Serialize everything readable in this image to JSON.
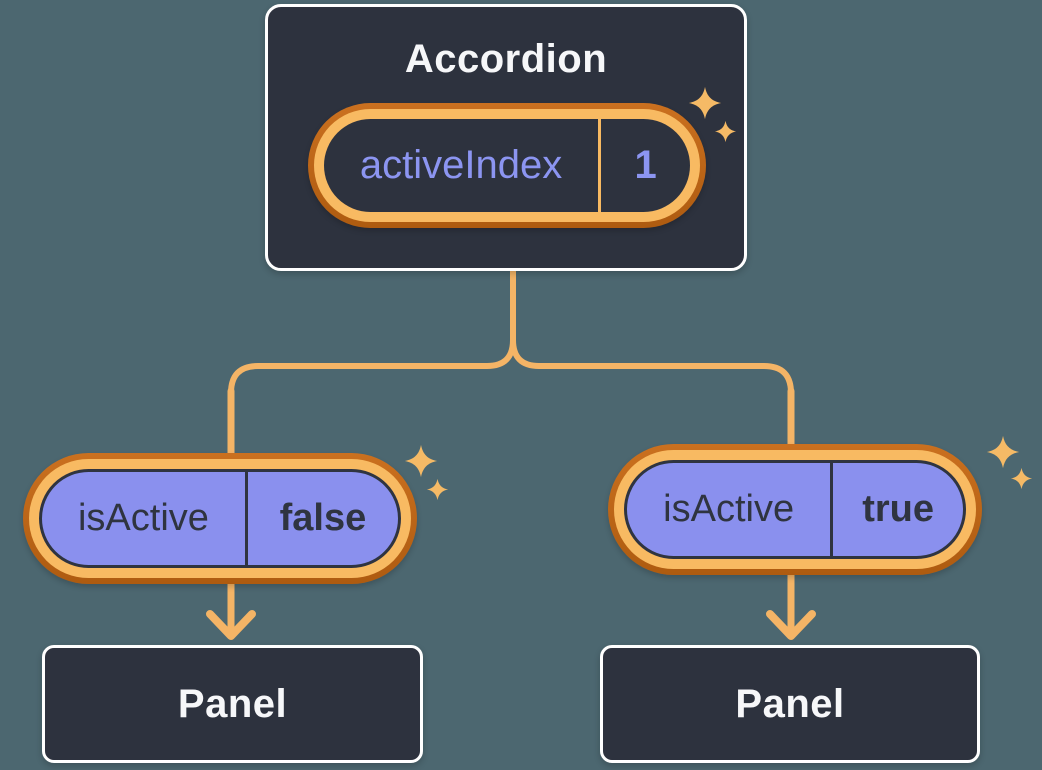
{
  "diagram": {
    "description": "React component tree: Accordion holds activeIndex state, passes isActive props to two children, each rendering a Panel",
    "root": {
      "title": "Accordion",
      "state": {
        "name": "activeIndex",
        "value": "1"
      }
    },
    "children": [
      {
        "prop": {
          "name": "isActive",
          "value": "false"
        },
        "panel": {
          "label": "Panel"
        }
      },
      {
        "prop": {
          "name": "isActive",
          "value": "true"
        },
        "panel": {
          "label": "Panel"
        }
      }
    ]
  },
  "icons": {
    "sparkle_large": "four-point-sparkle",
    "sparkle_small": "four-point-sparkle"
  },
  "colors": {
    "background": "#4C6770",
    "node_bg": "#2D323E",
    "node_border": "#FFFFFF",
    "node_text": "#F6F7F9",
    "state_text": "#8C95F1",
    "prop_fill": "#8A90EE",
    "prop_text": "#2F3440",
    "ring_outer_top": "#CA701F",
    "ring_outer_bottom": "#AE5B10",
    "ring_inner": "#F8BA62",
    "connector": "#F4B466",
    "sparkle": "#F5BA66"
  }
}
